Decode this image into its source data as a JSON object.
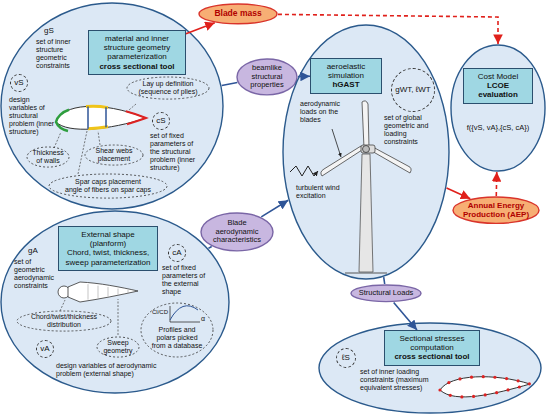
{
  "diagram": {
    "nodes": [
      {
        "text": [
          "gS",
          "set of inner structure geometric constraints"
        ]
      },
      {
        "text": [
          "material and inner structure geometry parameterization",
          "cross sectional tool"
        ],
        "in": 0
      },
      {
        "text": [
          "Lay up definition (sequence of plies)"
        ],
        "in": 0
      },
      {
        "text": [
          "cS",
          "set of fixed parameters of the structural problem (inner structure)"
        ],
        "in": 0
      },
      {
        "text": [
          "vS",
          "design variables of structural problem (inner structure)"
        ],
        "in": 0
      },
      {
        "text": [
          "Thickness of walls"
        ],
        "in": 0
      },
      {
        "text": [
          "Shear webs placement"
        ],
        "in": 0
      },
      {
        "text": [
          "Spar caps placement",
          "angle of fibers on spar caps"
        ],
        "in": 0
      },
      {
        "text": [
          "Blade mass"
        ]
      },
      {
        "text": [
          "beamlike structural properties"
        ]
      },
      {
        "text": [
          "aerodynamic loads on the blades",
          "turbulent wind excitation"
        ]
      },
      {
        "text": [
          "aeroelastic simulation",
          "hGAST"
        ],
        "in": 10
      },
      {
        "text": [
          "gWT, ℓWT",
          "set of global geometric and loading constraints"
        ],
        "in": 10
      },
      {
        "text": [
          "f({vS, vA},{cS, cA})"
        ]
      },
      {
        "text": [
          "Cost Model",
          "LCOE evaluation"
        ],
        "in": 13
      },
      {
        "text": [
          "Annual Energy Production (AEP)"
        ]
      },
      {
        "text": [
          "Blade aerodynamic characteristics"
        ]
      },
      {
        "text": [
          "Structural Loads"
        ]
      },
      {
        "text": [
          "gA",
          "set of geometric aerodynamic constraints"
        ]
      },
      {
        "text": [
          "External shape (planform)",
          "Chord, twist, thickness, sweep parameterization"
        ],
        "in": 18
      },
      {
        "text": [
          "cA",
          "set of fixed parameters of the external shape"
        ],
        "in": 18
      },
      {
        "text": [
          "Profiles and polars picked from a database"
        ],
        "in": 18
      },
      {
        "text": [
          "Chord/twist/thickness distribution"
        ],
        "in": 18
      },
      {
        "text": [
          "Sweep geometry"
        ],
        "in": 18
      },
      {
        "text": [
          "vA",
          "design variables of aerodynamic problem (external shape)"
        ],
        "in": 18
      },
      {
        "text": [
          "set of inner loading constraints (maximum equivalent stresses)"
        ]
      },
      {
        "text": [
          "Sectional stresses computation",
          "cross sectional tool"
        ],
        "in": 25
      },
      {
        "text": [
          "ℓS"
        ],
        "in": 25
      }
    ],
    "edges": [
      {
        "from": 1,
        "to": 8,
        "arrow": "to"
      },
      {
        "from": 8,
        "to": 13,
        "arrow": "to"
      },
      {
        "from": 0,
        "to": 9,
        "arrow": "none"
      },
      {
        "from": 9,
        "to": 11,
        "arrow": "to"
      },
      {
        "from": 18,
        "to": 16,
        "arrow": "none"
      },
      {
        "from": 16,
        "to": 10,
        "arrow": "to"
      },
      {
        "from": 10,
        "to": 15,
        "arrow": "to"
      },
      {
        "from": 15,
        "to": 13,
        "arrow": "to"
      },
      {
        "from": 10,
        "to": 17,
        "arrow": "none"
      },
      {
        "from": 17,
        "to": 26,
        "arrow": "to"
      }
    ],
    "labels": [
      "Cl/CD",
      "α"
    ]
  }
}
